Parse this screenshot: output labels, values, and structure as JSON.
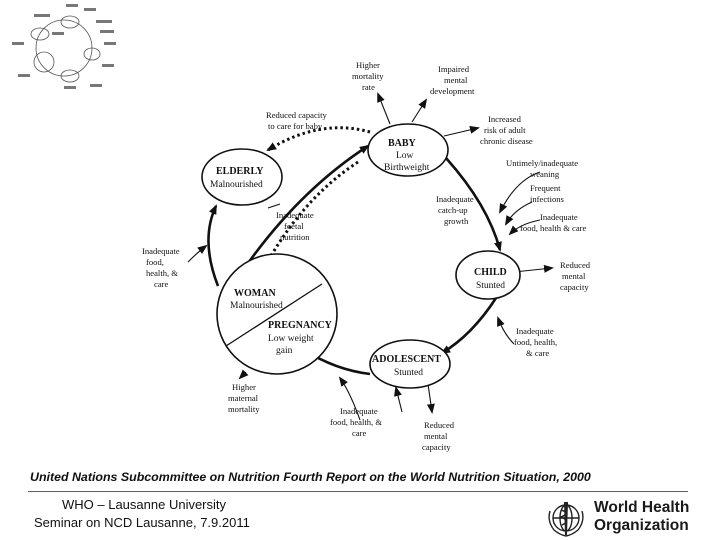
{
  "nodes": {
    "baby_title": "BABY",
    "baby_sub1": "Low",
    "baby_sub2": "Birthweight",
    "elderly_title": "ELDERLY",
    "elderly_sub": "Malnourished",
    "child_title": "CHILD",
    "child_sub": "Stunted",
    "adolescent_title": "ADOLESCENT",
    "adolescent_sub": "Stunted",
    "woman_title": "WOMAN",
    "woman_sub": "Malnourished",
    "pregnancy_title": "PREGNANCY",
    "pregnancy_sub1": "Low weight",
    "pregnancy_sub2": "gain"
  },
  "labels": {
    "higher_mortality": [
      "Higher",
      "mortality",
      "rate"
    ],
    "impaired_mental": [
      "Impaired",
      "mental",
      "development"
    ],
    "reduced_capacity_care": [
      "Reduced capacity",
      "to care for baby"
    ],
    "increased_risk": [
      "Increased",
      "risk of adult",
      "chronic disease"
    ],
    "untimely_weaning": [
      "Untimely/inadequate",
      "weaning"
    ],
    "frequent_infections": [
      "Frequent",
      "infections"
    ],
    "inadequate_food_child": [
      "Inadequate",
      "food, health & care"
    ],
    "inadequate_catchup": [
      "Inadequate",
      "catch-up",
      "growth"
    ],
    "inadequate_foetal": [
      "Inadequate",
      "foetal",
      "nutrition"
    ],
    "inadequate_food_elderly": [
      "Inadequate",
      "food,",
      "health, &",
      "care"
    ],
    "reduced_mental_child": [
      "Reduced",
      "mental",
      "capacity"
    ],
    "inadequate_food_adolescent": [
      "Inadequate",
      "food, health,",
      "& care"
    ],
    "higher_maternal": [
      "Higher",
      "maternal",
      "mortality"
    ],
    "inadequate_food_bottom": [
      "Inadequate",
      "food, health, &",
      "care"
    ],
    "reduced_mental_bottom": [
      "Reduced",
      "mental",
      "capacity"
    ]
  },
  "caption": "United Nations Subcommittee on Nutrition Fourth Report on the World Nutrition Situation, 2000",
  "footer": {
    "line1": "WHO – Lausanne University",
    "line2": "Seminar on NCD Lausanne, 7.9.2011"
  },
  "logo": {
    "line1": "World Health",
    "line2": "Organization"
  },
  "colors": {
    "accent_line": "#c0392b",
    "ink": "#111111"
  }
}
